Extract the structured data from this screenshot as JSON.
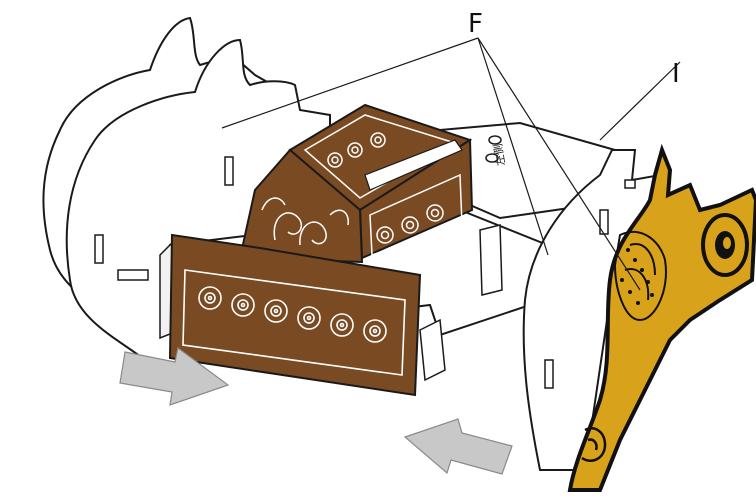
{
  "labels": {
    "part_f": "F",
    "part_i": "I",
    "stamp": "左側"
  },
  "colors": {
    "board": "#ffffff",
    "outline": "#1a1a1a",
    "brown": "#7a4a22",
    "gold": "#d9a21b",
    "arrow": "#c8c8c8",
    "arrow_edge": "#8a8a8a"
  }
}
